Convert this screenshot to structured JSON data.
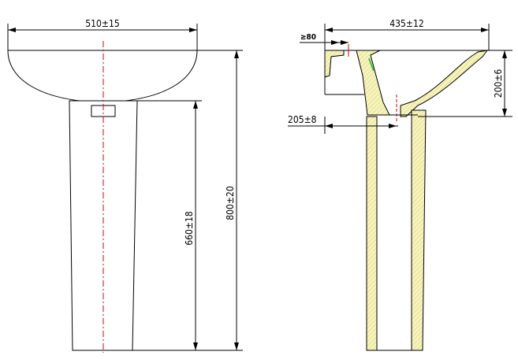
{
  "front_view": {
    "width_dim": "510±15",
    "total_height_dim": "800±20",
    "pedestal_height_dim": "660±18"
  },
  "side_view": {
    "depth_dim": "435±12",
    "min_dim": "≥80",
    "bowl_height_dim": "200±6",
    "wall_offset_dim": "205±8"
  },
  "colors": {
    "section_fill": "#f3f0b0",
    "centerline": "#e00000",
    "line": "#000000"
  }
}
